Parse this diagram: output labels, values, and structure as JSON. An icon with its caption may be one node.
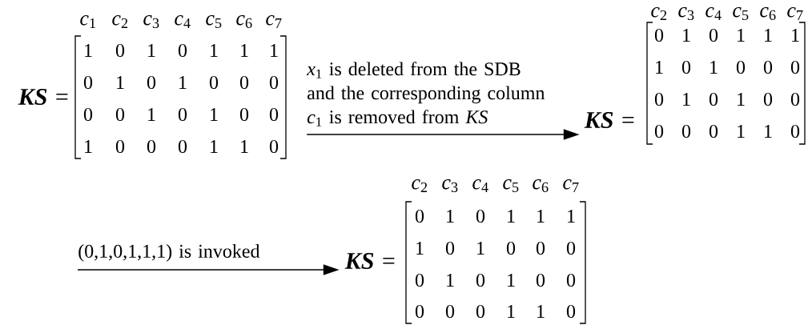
{
  "diagram": {
    "nodes": [
      {
        "text": [
          "**KS** =",
          "*c*$_{1}$",
          "*c*$_{2}$",
          "*c*$_{3}$",
          "*c*$_{4}$",
          "*c*$_{5}$",
          "*c*$_{6}$",
          "*c*$_{7}$",
          "1",
          "0",
          "1",
          "0",
          "1",
          "1",
          "1",
          "0",
          "1",
          "0",
          "1",
          "0",
          "0",
          "0",
          "0",
          "0",
          "1",
          "0",
          "1",
          "0",
          "0",
          "1",
          "0",
          "0",
          "0",
          "1",
          "1",
          "0"
        ]
      },
      {
        "text": [
          "**KS** =",
          "*c*$_{2}$",
          "*c*$_{3}$",
          "*c*$_{4}$",
          "*c*$_{5}$",
          "*c*$_{6}$",
          "*c*$_{7}$",
          "0",
          "1",
          "0",
          "1",
          "1",
          "1",
          "1",
          "0",
          "1",
          "0",
          "0",
          "0",
          "0",
          "1",
          "0",
          "1",
          "0",
          "0",
          "0",
          "0",
          "0",
          "1",
          "1",
          "0"
        ]
      },
      {
        "text": [
          "**KS** =",
          "*c*$_{2}$",
          "*c*$_{3}$",
          "*c*$_{4}$",
          "*c*$_{5}$",
          "*c*$_{6}$",
          "*c*$_{7}$",
          "0",
          "1",
          "0",
          "1",
          "1",
          "1",
          "1",
          "0",
          "1",
          "0",
          "0",
          "0",
          "0",
          "1",
          "0",
          "1",
          "0",
          "0",
          "0",
          "0",
          "0",
          "1",
          "1",
          "0"
        ]
      }
    ],
    "edges": [
      {
        "from": 0,
        "to": 1,
        "arrow": "to",
        "label": "*x*$_{1}$ is deleted from the SDB and the corresponding column *c*$_{1}$ is removed from *KS*"
      },
      {
        "from": null,
        "to": 2,
        "arrow": "to",
        "label": "(0,1,0,1,1,1) is invoked"
      }
    ]
  }
}
